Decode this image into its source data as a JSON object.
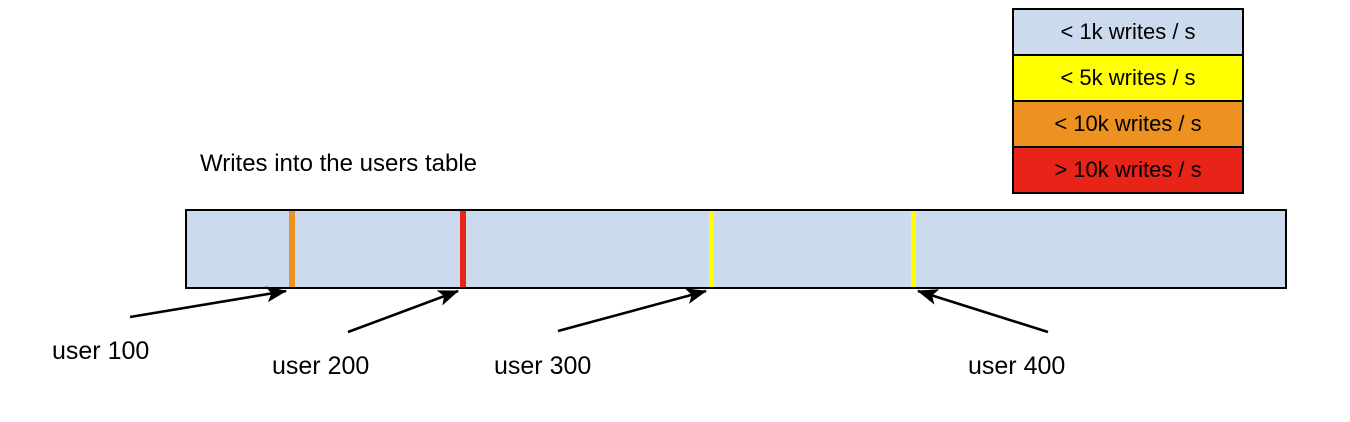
{
  "chart_data": {
    "type": "bar",
    "title": "Writes into the users table",
    "xlabel": "",
    "ylabel": "",
    "orientation": "horizontal",
    "description": "A single horizontal band representing the users table key range, shaded by write rate. Thin colored stripes mark hot rows at specific user ids.",
    "base_color": "#ccdaee",
    "base_category": "< 1k writes / s",
    "categories": [
      "< 1k writes / s",
      "< 5k writes / s",
      "< 10k writes / s",
      "> 10k writes / s"
    ],
    "colors": [
      "#ccdaee",
      "#ffff00",
      "#ed9121",
      "#e82318"
    ],
    "markers": [
      {
        "label": "user 100",
        "color": "#ed9121",
        "category": "< 10k writes / s",
        "x_pct": 9.6
      },
      {
        "label": "user 200",
        "color": "#e82318",
        "category": "> 10k writes / s",
        "x_pct": 25.1
      },
      {
        "label": "user 300",
        "color": "#ffff00",
        "category": "< 5k writes / s",
        "x_pct": 47.6
      },
      {
        "label": "user 400",
        "color": "#ffff00",
        "category": "< 5k writes / s",
        "x_pct": 66.2
      }
    ]
  },
  "legend": {
    "name": "write-rate-legend",
    "rows": [
      {
        "label": "< 1k writes / s",
        "color": "#ccdaee"
      },
      {
        "label": "< 5k writes / s",
        "color": "#ffff00"
      },
      {
        "label": "< 10k writes / s",
        "color": "#ed9121"
      },
      {
        "label": "> 10k writes / s",
        "color": "#e82318"
      }
    ]
  },
  "diagram": {
    "title": "Writes into the users table",
    "bar": {
      "fill": "#ccdaee",
      "stroke": "#000000"
    },
    "callouts": [
      {
        "label": "user 100"
      },
      {
        "label": "user 200"
      },
      {
        "label": "user 300"
      },
      {
        "label": "user 400"
      }
    ]
  },
  "colors": {
    "cold": "#ccdaee",
    "warm": "#ffff00",
    "hot": "#ed9121",
    "very_hot": "#e82318",
    "stroke": "#000000",
    "background": "#ffffff"
  }
}
